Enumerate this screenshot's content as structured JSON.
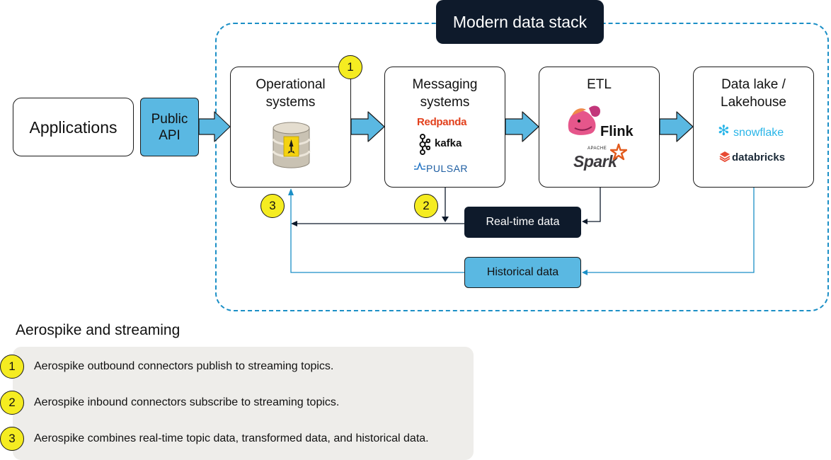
{
  "stack_label": "Modern data stack",
  "applications": {
    "label": "Applications"
  },
  "public_api": {
    "label": "Public\nAPI"
  },
  "operational": {
    "title": "Operational\nsystems",
    "badge": "1"
  },
  "messaging": {
    "title": "Messaging\nsystems",
    "logos": [
      "Redpanda",
      "kafka",
      "PULSAR"
    ]
  },
  "etl": {
    "title": "ETL",
    "logos": [
      "Flink",
      "APACHE",
      "Spark"
    ]
  },
  "lakehouse": {
    "title": "Data lake /\nLakehouse",
    "logos": [
      "snowflake",
      "databricks"
    ]
  },
  "realtime": {
    "label": "Real-time data",
    "badge": "2"
  },
  "historical": {
    "label": "Historical data",
    "badge": "3"
  },
  "legend": {
    "title": "Aerospike and streaming",
    "items": [
      {
        "num": "1",
        "text": "Aerospike outbound connectors publish to streaming topics."
      },
      {
        "num": "2",
        "text": "Aerospike inbound connectors subscribe to streaming topics."
      },
      {
        "num": "3",
        "text": "Aerospike combines real-time topic data, transformed data, and historical data."
      }
    ]
  },
  "colors": {
    "navy": "#0e1a2b",
    "arrow_blue": "#5ab8e2",
    "dashed_blue": "#1b8fc6",
    "badge_yellow": "#f5ec21",
    "redpanda_red": "#e2401c"
  }
}
